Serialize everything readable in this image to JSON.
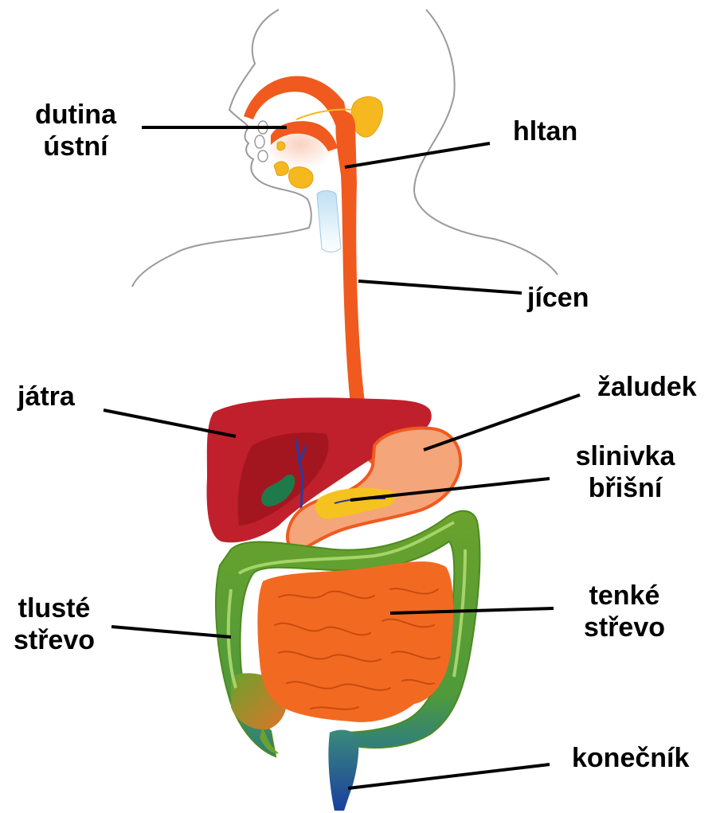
{
  "labels": {
    "mouth": "dutina\nústní",
    "mouth_line1": "dutina",
    "mouth_line2": "ústní",
    "pharynx": "hltan",
    "esophagus": "jícen",
    "liver": "játra",
    "stomach": "žaludek",
    "pancreas_line1": "slinivka",
    "pancreas_line2": "břišní",
    "large_intestine_line1": "tlusté",
    "large_intestine_line2": "střevo",
    "small_intestine_line1": "tenké",
    "small_intestine_line2": "střevo",
    "rectum": "konečník"
  },
  "colors": {
    "outline": "#9a9a9a",
    "tract": "#f05a1e",
    "tract_light": "#f5a57a",
    "liver": "#c0202b",
    "liver_dark": "#a4161f",
    "gallbladder": "#1e7a4a",
    "bile_duct": "#2a3aa0",
    "colon": "#6aa22c",
    "colon_dark": "#4d8a1f",
    "small_intestine": "#f26a21",
    "rectum": "#1f4fa0",
    "salivary": "#f6b81f",
    "trachea": "#bfe0f4",
    "leader": "#000000"
  }
}
